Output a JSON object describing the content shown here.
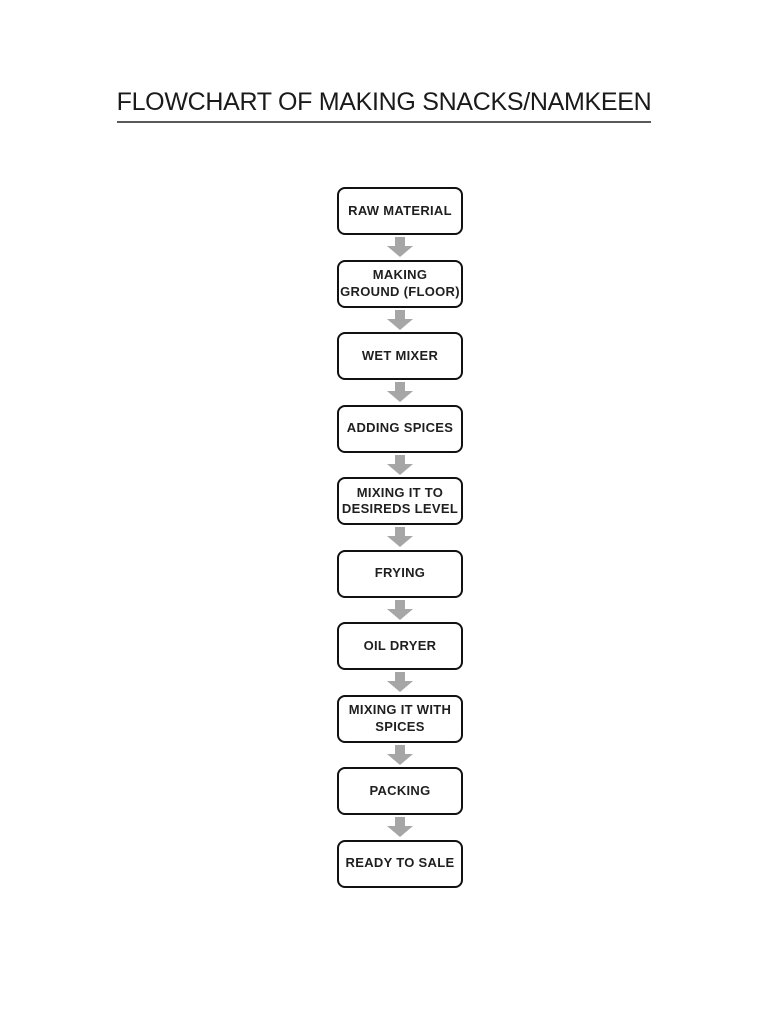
{
  "page": {
    "title": "FLOWCHART OF MAKING SNACKS/NAMKEEN"
  },
  "flowchart": {
    "steps": [
      {
        "label": "RAW MATERIAL"
      },
      {
        "label": "MAKING\nGROUND (FLOOR)"
      },
      {
        "label": "WET MIXER"
      },
      {
        "label": "ADDING SPICES"
      },
      {
        "label": "MIXING IT TO\nDESIREDS LEVEL"
      },
      {
        "label": "FRYING"
      },
      {
        "label": "OIL DRYER"
      },
      {
        "label": "MIXING IT WITH\nSPICES"
      },
      {
        "label": "PACKING"
      },
      {
        "label": "READY TO SALE"
      }
    ],
    "connector_icon": "down-block-arrow-icon",
    "connector_count": 9
  },
  "colors": {
    "page_bg": "#ffffff",
    "box_border": "#111111",
    "box_fill": "#ffffff",
    "box_text": "#1f1f1f",
    "arrow_fill": "#a6a6a6",
    "title_text": "#1a1a1a",
    "title_underline": "#5a5a5a"
  }
}
